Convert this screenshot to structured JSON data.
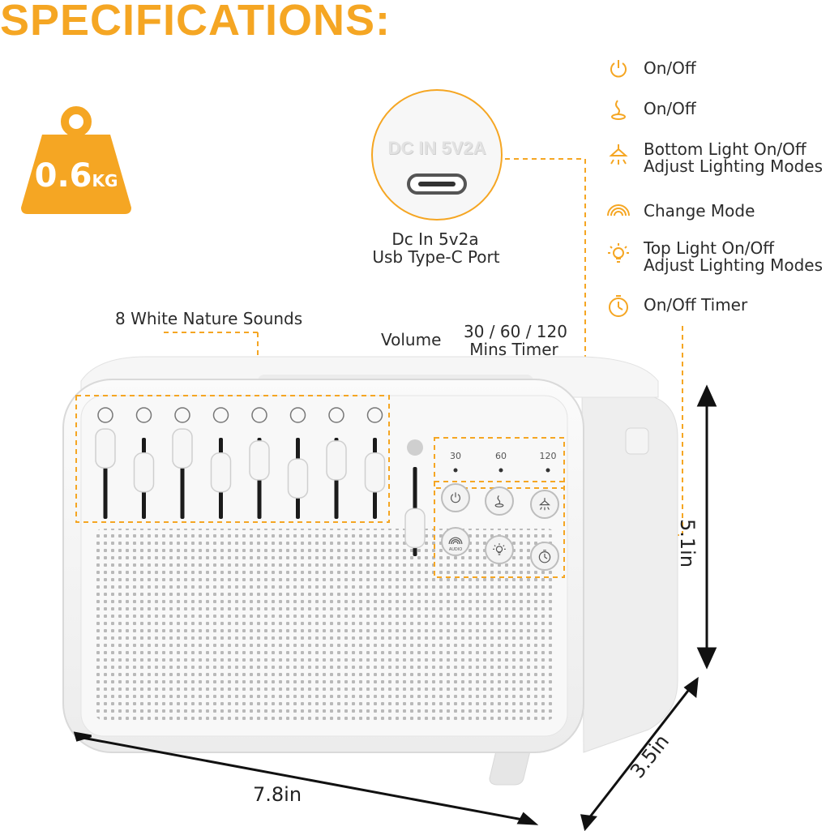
{
  "title": "SPECIFICATIONS:",
  "weight": {
    "value": "0.6",
    "unit": "KG"
  },
  "port": {
    "embossed": "DC IN 5V2A",
    "caption_line1": "Dc In 5v2a",
    "caption_line2": "Usb Type-C Port"
  },
  "features": [
    {
      "icon": "power-icon",
      "line1": "On/Off",
      "line2": ""
    },
    {
      "icon": "aroma-icon",
      "line1": "On/Off",
      "line2": ""
    },
    {
      "icon": "bottom-light-icon",
      "line1": "Bottom Light On/Off",
      "line2": "Adjust Lighting Modes"
    },
    {
      "icon": "audio-icon",
      "line1": "Change Mode",
      "line2": ""
    },
    {
      "icon": "top-light-icon",
      "line1": "Top Light On/Off",
      "line2": "Adjust Lighting Modes"
    },
    {
      "icon": "timer-icon",
      "line1": "On/Off Timer",
      "line2": ""
    }
  ],
  "labels": {
    "nature_sounds": "8 White Nature Sounds",
    "volume": "Volume",
    "timer_line1": "30 / 60 / 120",
    "timer_line2": "Mins Timer"
  },
  "device": {
    "timer_marks": [
      "30",
      "60",
      "120"
    ],
    "button_audio_label": "AUDIO",
    "sliders": [
      {
        "icon": "wave-icon",
        "level": 0.85
      },
      {
        "icon": "thunder-icon",
        "level": 0.45
      },
      {
        "icon": "bird-icon",
        "level": 0.85
      },
      {
        "icon": "stream-icon",
        "level": 0.45
      },
      {
        "icon": "fire-icon",
        "level": 0.65
      },
      {
        "icon": "wind-icon",
        "level": 0.35
      },
      {
        "icon": "frog-icon",
        "level": 0.65
      },
      {
        "icon": "fan-icon",
        "level": 0.45
      }
    ],
    "volume_level": 0.15
  },
  "dimensions": {
    "height": "5.1in",
    "width": "7.8in",
    "depth": "3.5in"
  },
  "colors": {
    "accent": "#f5a623",
    "device": "#f4f4f4",
    "text": "#2b2b2b"
  }
}
